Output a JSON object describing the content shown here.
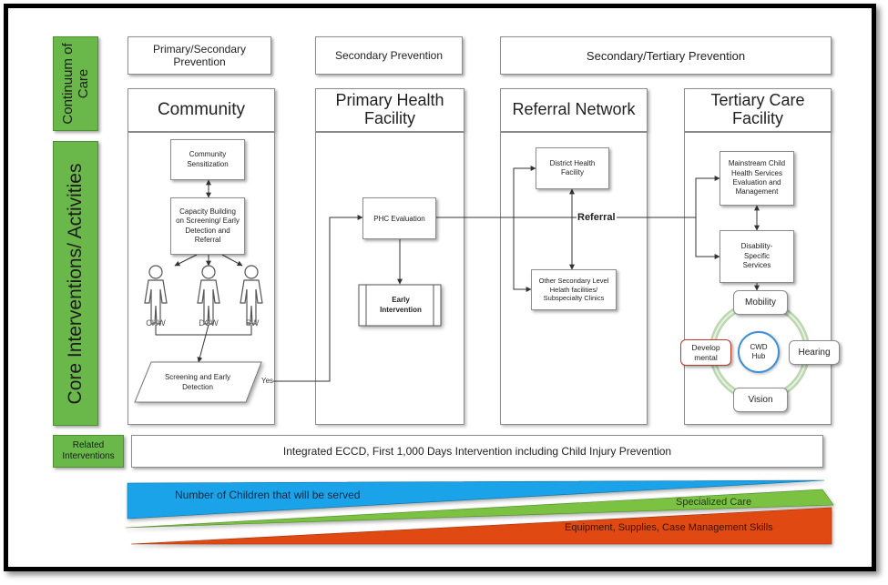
{
  "labels": {
    "continuum": "Continuum of Care",
    "core": "Core Interventions/ Activities",
    "related": "Related Interventions"
  },
  "prevention": {
    "p1": "Primary/Secondary Prevention",
    "p2": "Secondary Prevention",
    "p3": "Secondary/Tertiary Prevention"
  },
  "columns": {
    "community": "Community",
    "phf": "Primary Health Facility",
    "referral": "Referral Network",
    "tertiary": "Tertiary Care Facility"
  },
  "nodes": {
    "sensitization": "Community Sensitization",
    "capacity": "Capacity Building on Screening/ Early Detection and Referral",
    "screening": "Screening and Early Detection",
    "phc_eval": "PHC Evaluation",
    "early_int": "Early Intervention",
    "district": "District Health Facility",
    "other_sec": "Other Secondary Level Helath facilities/ Subspecialty Clinics",
    "mainstream": "Mainstream Child Health Services Evaluation and Management",
    "disability": "Disability-Specific Services"
  },
  "workers": [
    "CHW",
    "DCW",
    "SW"
  ],
  "edges": {
    "yes": "Yes",
    "referral": "Referral"
  },
  "hub": {
    "center": "CWD Hub",
    "mobility": "Mobility",
    "hearing": "Hearing",
    "vision": "Vision",
    "developmental": "Develop mental"
  },
  "related_text": "Integrated ECCD, First 1,000 Days Intervention including Child Injury Prevention",
  "wedges": {
    "children": "Number of Children that will be served",
    "specialized": "Specialized Care",
    "equipment": "Equipment, Supplies, Case Management Skills"
  },
  "colors": {
    "green": "#6bb84a",
    "blue": "#1aa3e8",
    "wedge_green": "#7cc242",
    "orange": "#e04a12"
  }
}
